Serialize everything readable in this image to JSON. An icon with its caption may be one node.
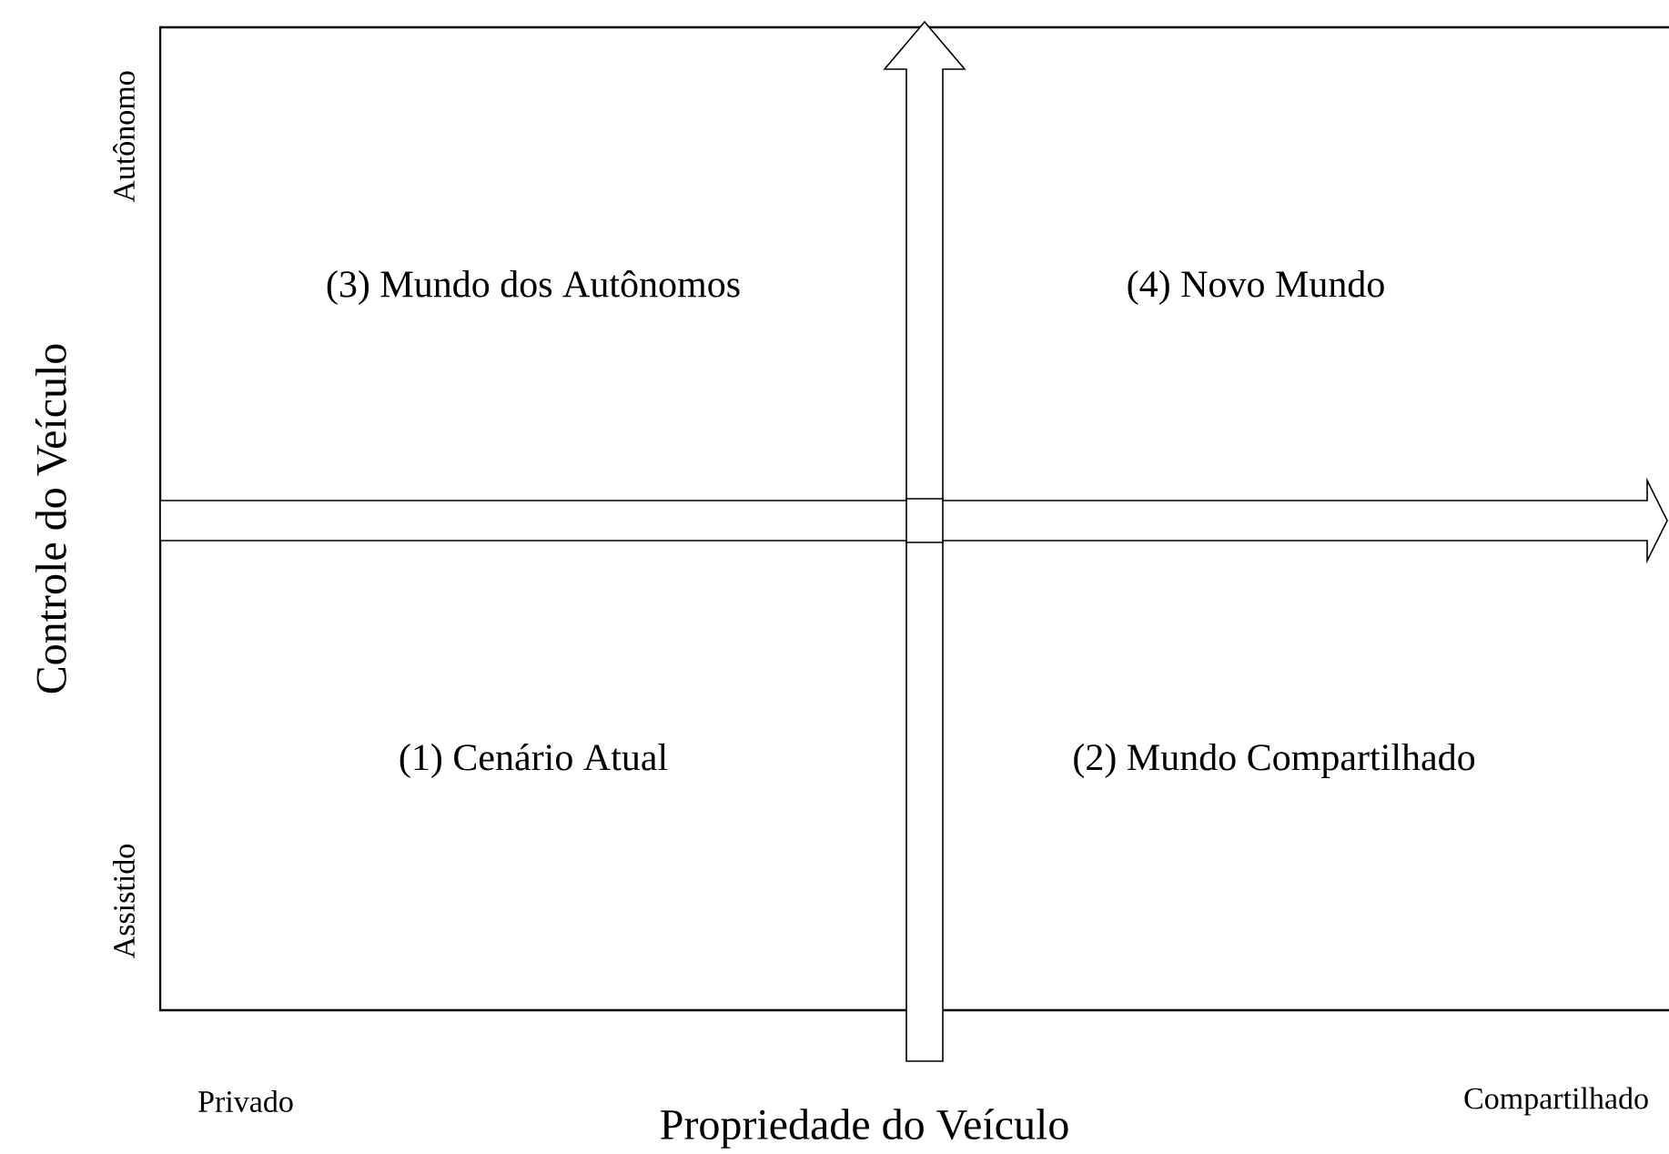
{
  "diagram": {
    "labels": [
      "Autônomo",
      "(3) Mundo dos Autônomos",
      "(4) Novo Mundo",
      "Controle do Veículo",
      "(1) Cenário Atual",
      "(2) Mundo Compartilhado",
      "Assistido",
      "Privado",
      "Compartilhado",
      "Propriedade do Veículo"
    ]
  }
}
